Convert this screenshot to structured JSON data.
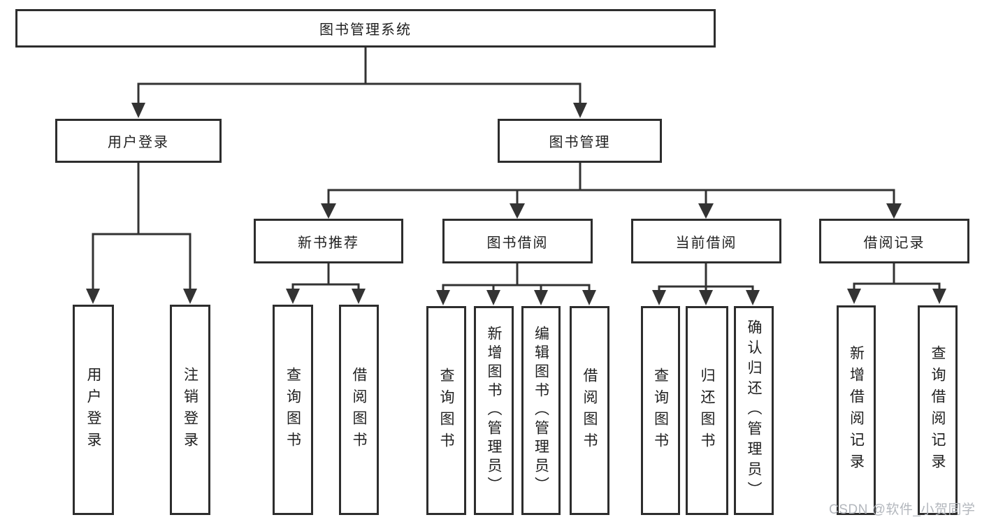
{
  "title": "图书管理系统",
  "watermark": "CSDN @软件_小贺同学",
  "tree": {
    "branches": [
      {
        "label": "用户登录",
        "children": [
          {
            "label": "用户登录"
          },
          {
            "label": "注销登录"
          }
        ]
      },
      {
        "label": "图书管理",
        "children": [
          {
            "label": "新书推荐",
            "children": [
              {
                "label": "查询图书"
              },
              {
                "label": "借阅图书"
              }
            ]
          },
          {
            "label": "图书借阅",
            "children": [
              {
                "label": "查询图书"
              },
              {
                "label": "新增图书（管理员）"
              },
              {
                "label": "编辑图书（管理员）"
              },
              {
                "label": "借阅图书"
              }
            ]
          },
          {
            "label": "当前借阅",
            "children": [
              {
                "label": "查询图书"
              },
              {
                "label": "归还图书"
              },
              {
                "label": "确认归还（管理员）"
              }
            ]
          },
          {
            "label": "借阅记录",
            "children": [
              {
                "label": "新增借阅记录"
              },
              {
                "label": "查询借阅记录"
              }
            ]
          }
        ]
      }
    ]
  },
  "colors": {
    "line": "#333333",
    "border": "#2d2d2d",
    "text": "#1f1f1f",
    "watermark": "#b3b7bd",
    "background": "#ffffff"
  }
}
